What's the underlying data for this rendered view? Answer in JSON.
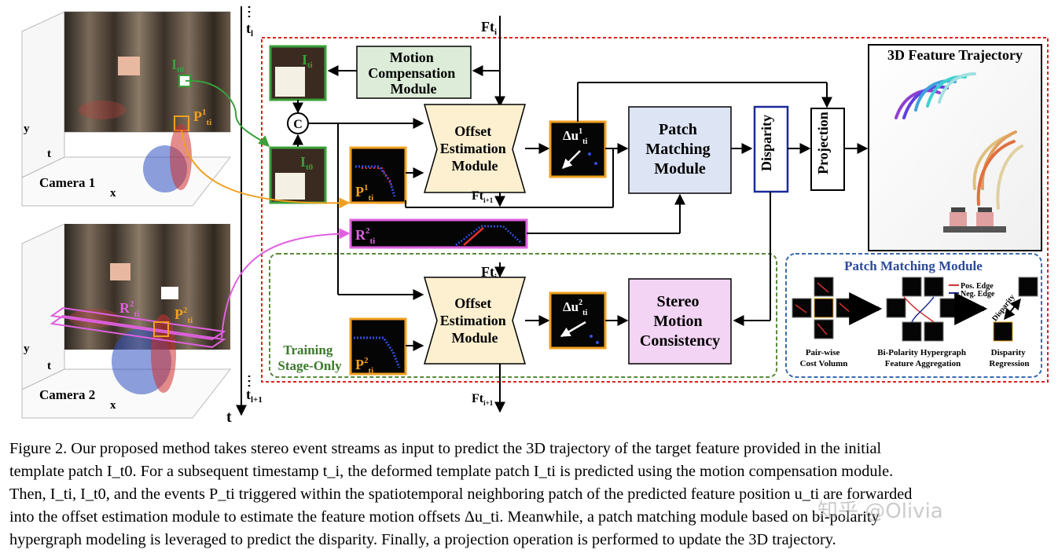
{
  "figure": {
    "timeline": {
      "t_top": "t",
      "t_top_sub": "l",
      "t_bottom": "t",
      "t_bottom_sub": "l+1",
      "axis": "t"
    },
    "cameras": [
      {
        "label": "Camera 1",
        "axis_y": "y",
        "axis_t": "t",
        "axis_x": "x",
        "it0": "I",
        "it0_sub": "t0",
        "p": "P",
        "p_sup": "1",
        "p_sub": "ti"
      },
      {
        "label": "Camera 2",
        "axis_y": "y",
        "axis_t": "t",
        "axis_x": "x",
        "r": "R",
        "r_sup": "2",
        "r_sub": "ti",
        "p": "P",
        "p_sup": "2",
        "p_sub": "ti"
      }
    ],
    "ft_top": {
      "main": "Ft",
      "sub": "i"
    },
    "ft_mid": {
      "main": "Ft",
      "sub": "i+1"
    },
    "ft_lower": {
      "main": "Ft",
      "sub": "i"
    },
    "ft_bottom": {
      "main": "Ft",
      "sub": "i+1"
    },
    "motion_compensation": [
      "Motion",
      "Compensation",
      "Module"
    ],
    "iti_label": {
      "main": "I",
      "sub": "ti"
    },
    "concat": "C",
    "it0_label": {
      "main": "I",
      "sub": "t0"
    },
    "p1_label": {
      "main": "P",
      "sup": "1",
      "sub": "ti"
    },
    "r2_label": {
      "main": "R",
      "sup": "2",
      "sub": "ti"
    },
    "p2_label": {
      "main": "P",
      "sup": "2",
      "sub": "ti"
    },
    "offset_module": [
      "Offset",
      "Estimation",
      "Module"
    ],
    "du1": {
      "main": "Δu",
      "sup": "1",
      "sub": "ti"
    },
    "du2": {
      "main": "Δu",
      "sup": "2",
      "sub": "ti"
    },
    "patch_matching": [
      "Patch",
      "Matching",
      "Module"
    ],
    "disparity": "Disparity",
    "projection": "Projection",
    "trajectory_title": "3D Feature Trajectory",
    "stereo_motion": [
      "Stereo",
      "Motion",
      "Consistency"
    ],
    "training_stage": [
      "Training",
      "Stage-Only"
    ],
    "pm_panel": {
      "title": "Patch Matching Module",
      "legend_pos": "Pos. Edge",
      "legend_neg": "Neg. Edge",
      "step1": [
        "Pair-wise",
        "Cost Volumn"
      ],
      "step2": [
        "Bi-Polarity Hypergraph",
        "Feature Aggregation"
      ],
      "step3": [
        "Disparity",
        "Regression"
      ],
      "arrow_label": "Disparity"
    },
    "colors": {
      "red_dash": "#e02020",
      "green_dash": "#5a8a3a",
      "blue_dash": "#3a6ab0",
      "green_box": "#3aa03a",
      "orange_box": "#f0a020",
      "magenta": "#e060e0",
      "module_fill": "#fdf0d0",
      "patch_fill": "#dde4f4",
      "stereo_fill": "#f3d4f4",
      "mc_fill": "#dcecd8"
    }
  },
  "caption": {
    "lines": [
      "Figure 2. Our proposed method takes stereo event streams as input to predict the 3D trajectory of the target feature provided in the initial",
      "template patch I_t0. For a subsequent timestamp t_i, the deformed template patch I_ti is predicted using the motion compensation module.",
      "Then, I_ti, I_t0, and the events P_ti triggered within the spatiotemporal neighboring patch of the predicted feature position u_ti are forwarded",
      "into the offset estimation module to estimate the feature motion offsets Δu_ti. Meanwhile, a patch matching module based on bi-polarity",
      "hypergraph modeling is leveraged to predict the disparity. Finally, a projection operation is performed to update the 3D trajectory."
    ]
  },
  "watermark": "知乎 @Olivia"
}
